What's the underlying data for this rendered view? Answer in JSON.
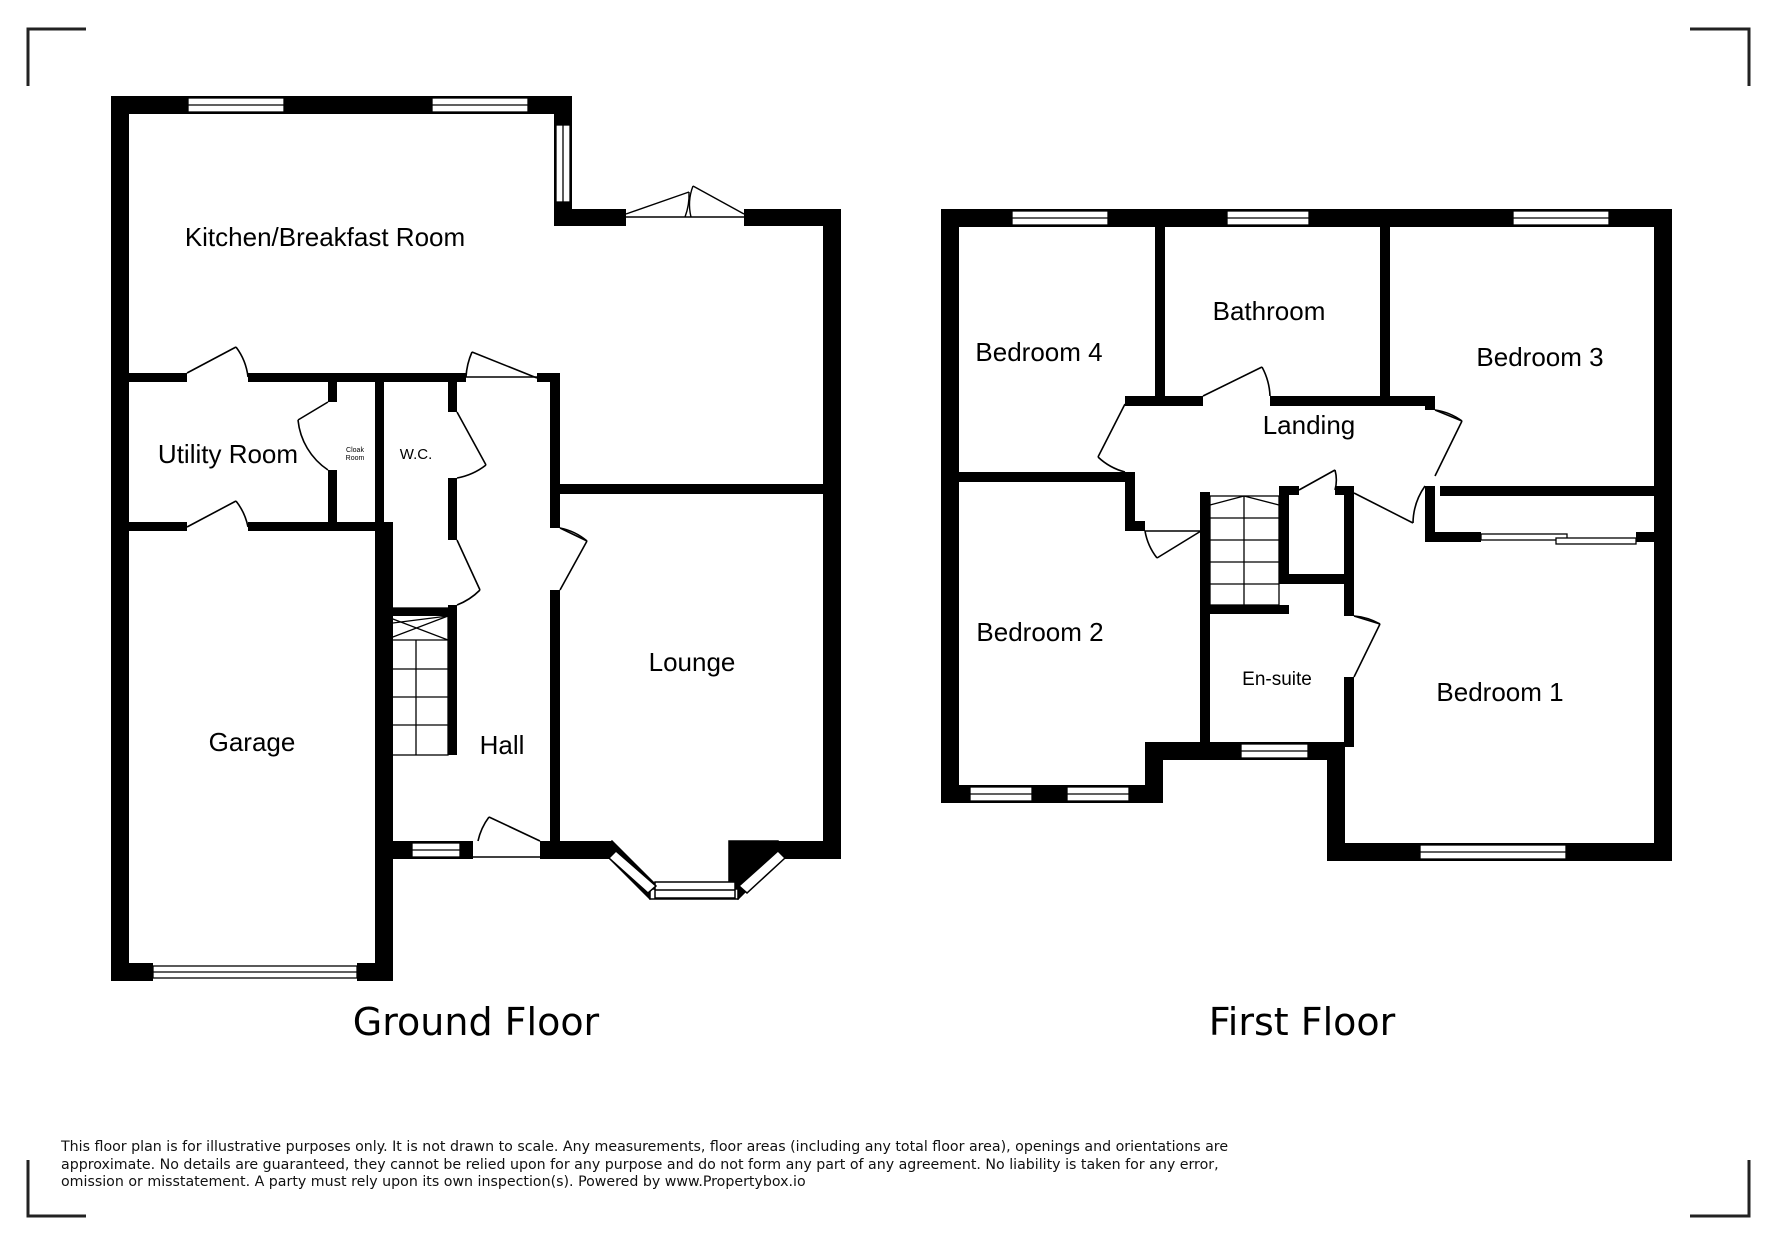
{
  "ground_floor": {
    "title": "Ground Floor",
    "rooms": {
      "kitchen": "Kitchen/Breakfast Room",
      "utility": "Utility Room",
      "cloak": [
        "Cloak",
        "Room"
      ],
      "wc": "W.C.",
      "garage": "Garage",
      "hall": "Hall",
      "lounge": "Lounge"
    }
  },
  "first_floor": {
    "title": "First Floor",
    "rooms": {
      "bedroom4": "Bedroom 4",
      "bathroom": "Bathroom",
      "bedroom3": "Bedroom 3",
      "landing": "Landing",
      "bedroom2": "Bedroom 2",
      "ensuite": "En-suite",
      "bedroom1": "Bedroom 1"
    }
  },
  "disclaimer": [
    "This floor plan is for illustrative purposes only. It is not drawn to scale. Any measurements, floor areas (including any total floor area), openings and orientations are",
    "approximate. No details are guaranteed, they cannot be relied upon for any purpose and do not form any part of any agreement. No liability is taken for any error,",
    "omission or misstatement. A party must rely upon its own inspection(s). Powered by www.Propertybox.io"
  ],
  "colors": {
    "wall": "#000000",
    "background": "#ffffff",
    "window_glass": "#ffffff"
  }
}
